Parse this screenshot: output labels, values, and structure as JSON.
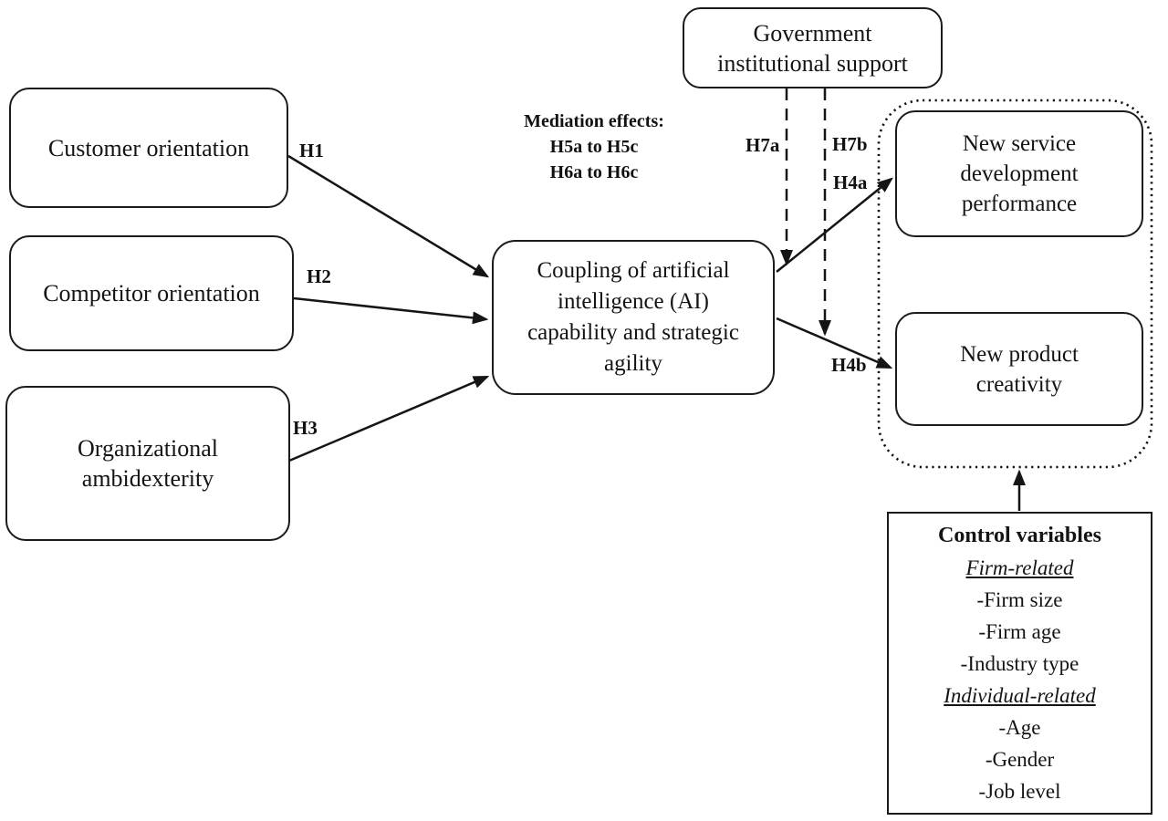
{
  "figure": {
    "nodes": {
      "customer_orientation": {
        "label": "Customer orientation"
      },
      "competitor_orientation": {
        "label": "Competitor orientation"
      },
      "organizational_ambidexterity": {
        "label": "Organizational\nambidexterity"
      },
      "ai_coupling": {
        "label": "Coupling of artificial\nintelligence (AI)\ncapability and strategic\nagility"
      },
      "government_support": {
        "label": "Government\ninstitutional support"
      },
      "new_service_development": {
        "label": "New service\ndevelopment\nperformance"
      },
      "new_product_creativity": {
        "label": "New product\ncreativity"
      }
    },
    "edges": {
      "h1": {
        "label": "H1",
        "from": "customer_orientation",
        "to": "ai_coupling",
        "style": "solid"
      },
      "h2": {
        "label": "H2",
        "from": "competitor_orientation",
        "to": "ai_coupling",
        "style": "solid"
      },
      "h3": {
        "label": "H3",
        "from": "organizational_ambidexterity",
        "to": "ai_coupling",
        "style": "solid"
      },
      "h4a": {
        "label": "H4a",
        "from": "ai_coupling",
        "to": "new_service_development",
        "style": "solid"
      },
      "h4b": {
        "label": "H4b",
        "from": "ai_coupling",
        "to": "new_product_creativity",
        "style": "solid"
      },
      "h7a": {
        "label": "H7a",
        "from": "government_support",
        "to": "edge_h4a",
        "style": "dashed"
      },
      "h7b": {
        "label": "H7b",
        "from": "government_support",
        "to": "edge_h4b",
        "style": "dashed"
      },
      "control_link": {
        "label": "",
        "from": "control_variables",
        "to": "outcomes_group",
        "style": "solid"
      }
    },
    "mediation_note": {
      "title": "Mediation effects:",
      "lines": [
        "H5a to H5c",
        "H6a to H6c"
      ]
    },
    "control_variables": {
      "title": "Control variables",
      "sections": [
        {
          "heading": "Firm-related",
          "items": [
            "-Firm size",
            "-Firm age",
            "-Industry type"
          ]
        },
        {
          "heading": "Individual-related",
          "items": [
            "-Age",
            "-Gender",
            "-Job level"
          ]
        }
      ]
    },
    "colors": {
      "ink": "#1b1b1b",
      "background": "#ffffff"
    }
  }
}
